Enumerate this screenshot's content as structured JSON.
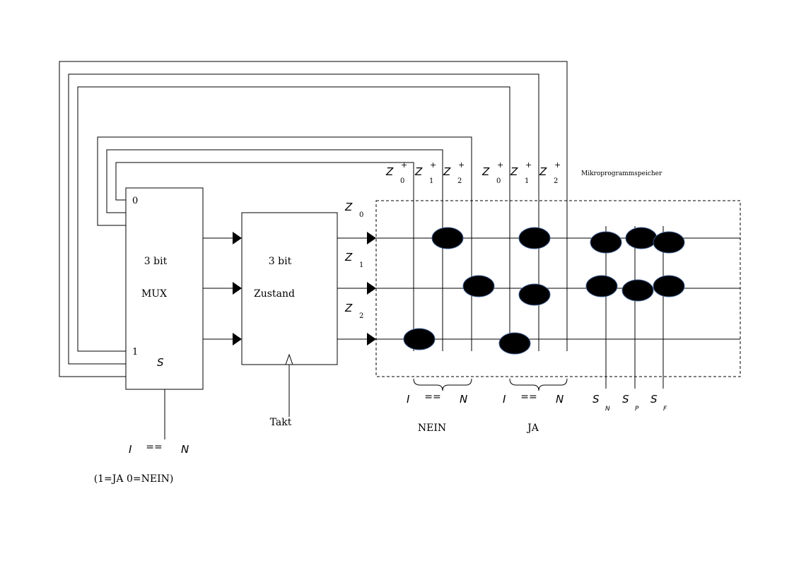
{
  "mux": {
    "line1": "3 bit",
    "line2": "MUX",
    "in0": "0",
    "in1": "1",
    "sel": "S"
  },
  "state": {
    "line1": "3 bit",
    "line2": "Zustand"
  },
  "clock": "Takt",
  "condition": {
    "i": "I",
    "eq": "==",
    "n": "N"
  },
  "condition_note": "(1=JA 0=NEIN)",
  "memory_label": "Mikroprogrammspeicher",
  "z_letter": "Z",
  "state_subs": [
    "0",
    "1",
    "2"
  ],
  "next_sup": "+",
  "group_nein": "NEIN",
  "group_ja": "JA",
  "group_eq": {
    "i": "I",
    "eq": "==",
    "n": "N"
  },
  "signals": {
    "letter": "S",
    "subs": [
      "N",
      "P",
      "F"
    ]
  }
}
